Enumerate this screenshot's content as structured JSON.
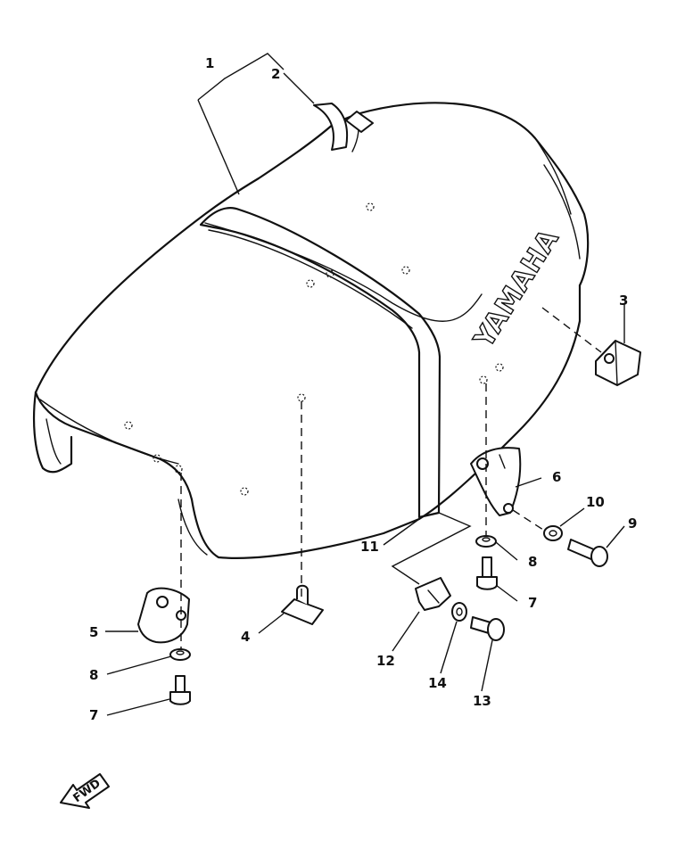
{
  "diagram": {
    "brand_text": "YAMAHA",
    "fwd_label": "FWD",
    "callouts": [
      {
        "id": "1",
        "label": "1"
      },
      {
        "id": "2",
        "label": "2"
      },
      {
        "id": "3",
        "label": "3"
      },
      {
        "id": "4",
        "label": "4"
      },
      {
        "id": "5",
        "label": "5"
      },
      {
        "id": "6",
        "label": "6"
      },
      {
        "id": "7a",
        "label": "7"
      },
      {
        "id": "7b",
        "label": "7"
      },
      {
        "id": "8a",
        "label": "8"
      },
      {
        "id": "8b",
        "label": "8"
      },
      {
        "id": "9",
        "label": "9"
      },
      {
        "id": "10",
        "label": "10"
      },
      {
        "id": "11",
        "label": "11"
      },
      {
        "id": "12",
        "label": "12"
      },
      {
        "id": "13",
        "label": "13"
      },
      {
        "id": "14",
        "label": "14"
      }
    ]
  }
}
